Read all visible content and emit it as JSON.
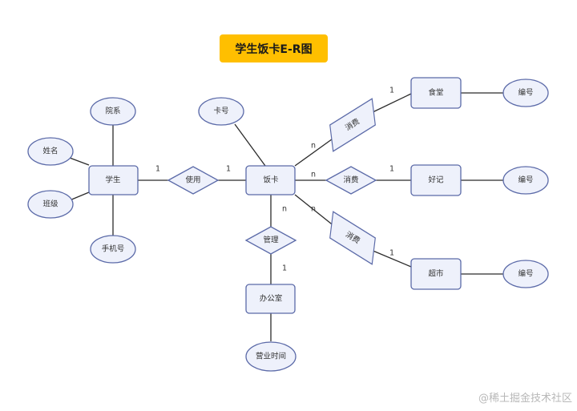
{
  "title": "学生饭卡E-R图",
  "watermark": "@稀土掘金技术社区",
  "colors": {
    "fill": "#eef1fb",
    "stroke": "#5b6aa8",
    "title_bg": "#ffbf00",
    "line": "#2b2b2b"
  },
  "entities": {
    "student": "学生",
    "card": "饭卡",
    "canteen": "食堂",
    "haoji": "好记",
    "supermarket": "超市",
    "office": "办公室"
  },
  "attributes": {
    "department": "院系",
    "name": "姓名",
    "class": "班级",
    "phone": "手机号",
    "card_no": "卡号",
    "canteen_id": "编号",
    "haoji_id": "编号",
    "supermarket_id": "编号",
    "business_hours": "营业时间"
  },
  "relationships": {
    "use": "使用",
    "consume_canteen": "消费",
    "consume_haoji": "消费",
    "consume_supermarket": "消费",
    "manage": "管理"
  },
  "cardinalities": {
    "student_use": "1",
    "use_card": "1",
    "card_canteen": "n",
    "canteen_side": "1",
    "card_haoji": "n",
    "haoji_side": "1",
    "card_supermarket": "n",
    "supermarket_side": "1",
    "card_manage": "n",
    "office_side": "1"
  }
}
